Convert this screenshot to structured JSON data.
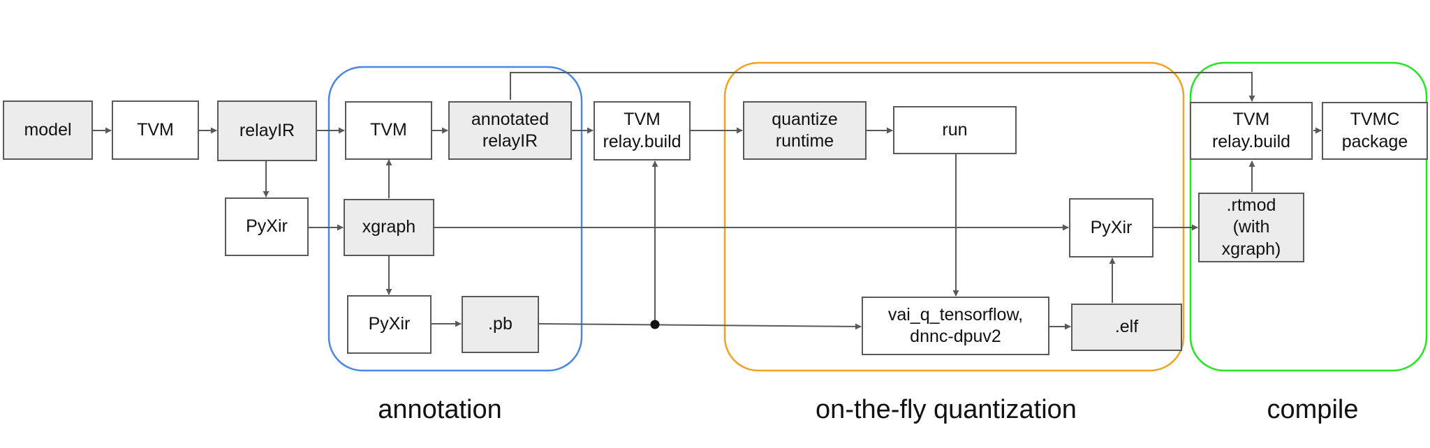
{
  "nodes": {
    "model": "model",
    "tvm_a": "TVM",
    "relayir": "relayIR",
    "pyxir_a": "PyXir",
    "tvm_b": "TVM",
    "annotated_relayir": "annotated\nrelayIR",
    "xgraph": "xgraph",
    "pyxir_b": "PyXir",
    "pb": ".pb",
    "tvm_relay_build_a": "TVM\nrelay.build",
    "quantize_runtime": "quantize\nruntime",
    "run": "run",
    "vai_q": "vai_q_tensorflow,\ndnnc-dpuv2",
    "elf": ".elf",
    "pyxir_c": "PyXir",
    "tvm_relay_build_b": "TVM\nrelay.build",
    "tvmc_package": "TVMC\npackage",
    "rtmod": ".rtmod\n(with\nxgraph)"
  },
  "groups": {
    "annotation": "annotation",
    "quantization": "on-the-fly quantization",
    "compile": "compile"
  },
  "colors": {
    "annotation": "#4a86e8",
    "quantization": "#f4a11e",
    "compile": "#22e622",
    "line": "#595959",
    "node_gray": "#ececec",
    "node_border": "#595959"
  }
}
